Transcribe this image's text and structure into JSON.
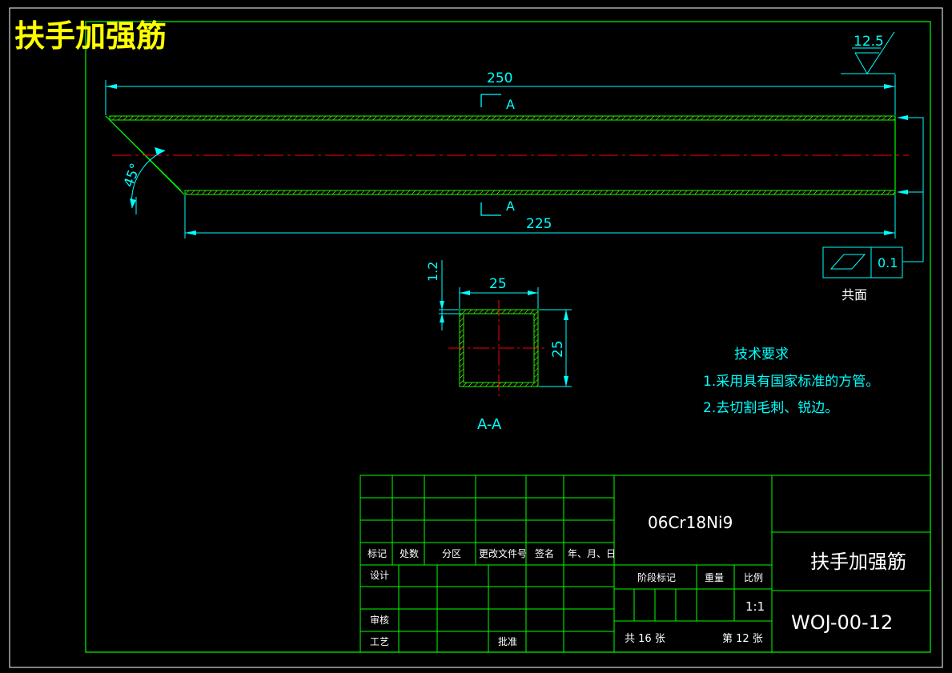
{
  "drawing_title": "扶手加强筋",
  "roughness": "12.5",
  "dimensions": {
    "top_length": "250",
    "bottom_length": "225",
    "angle": "45°",
    "wall_thickness": "1.2",
    "section_width": "25",
    "section_height": "25"
  },
  "section_marks": {
    "top": "A",
    "bottom": "A",
    "label": "A-A"
  },
  "flatness": {
    "value": "0.1",
    "note": "共面"
  },
  "tech_requirements": {
    "heading": "技术要求",
    "items": [
      "1.采用具有国家标准的方管。",
      "2.去切割毛刺、锐边。"
    ]
  },
  "title_block": {
    "material": "06Cr18Ni9",
    "part_name": "扶手加强筋",
    "drawing_number": "WOJ-00-12",
    "rev_headers": [
      "标记",
      "处数",
      "分区",
      "更改文件号",
      "签名",
      "年、月、日"
    ],
    "row_labels": [
      "设计",
      "审核",
      "工艺"
    ],
    "approve": "批准",
    "stage_mark": "阶段标记",
    "weight": "重量",
    "scale_label": "比例",
    "scale_value": "1:1",
    "sheets_total": "共 16 张",
    "sheet_no": "第 12 张"
  }
}
